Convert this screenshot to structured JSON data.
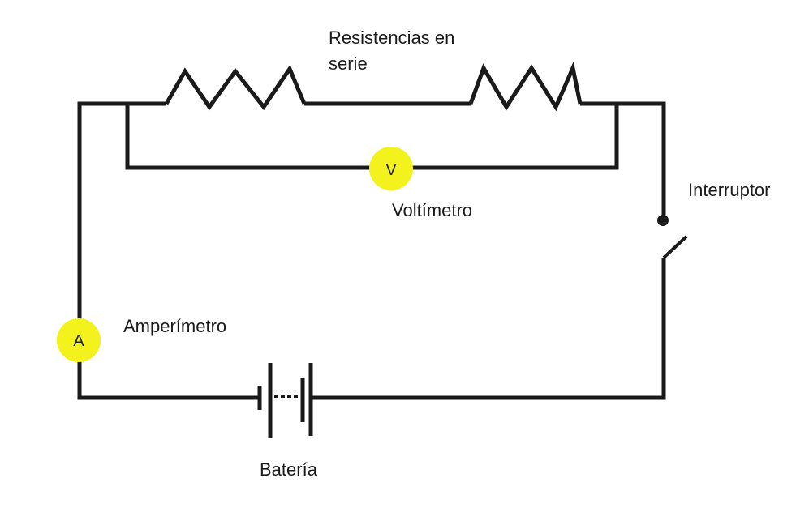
{
  "labels": {
    "resistors_line1": "Resistencias en",
    "resistors_line2": "serie",
    "voltmeter": "Voltímetro",
    "ammeter": "Amperímetro",
    "switch": "Interruptor",
    "battery": "Batería"
  },
  "meters": {
    "voltmeter_symbol": "V",
    "ammeter_symbol": "A"
  },
  "colors": {
    "wire": "#1a1a1a",
    "meter_fill": "#f4f21c",
    "background": "#ffffff"
  }
}
